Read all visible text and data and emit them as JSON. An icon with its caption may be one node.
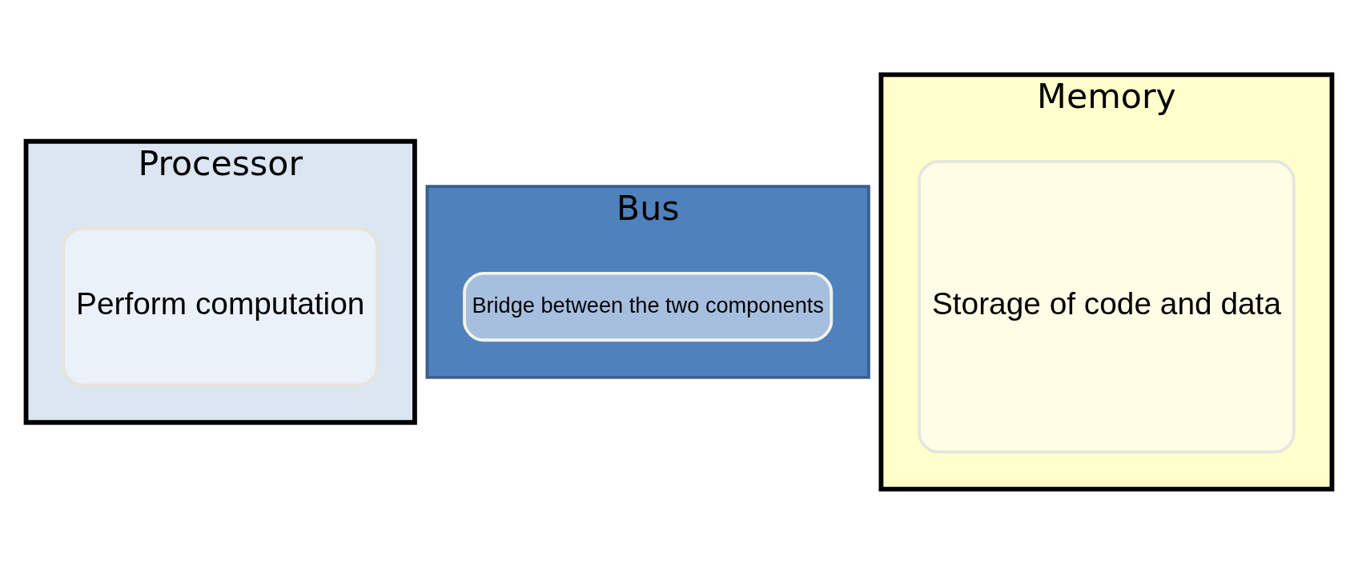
{
  "diagram": {
    "nodes": [
      {
        "text": [
          "Processor"
        ]
      },
      {
        "text": [
          "Perform computation"
        ],
        "in": 0
      },
      {
        "text": [
          "Bus"
        ]
      },
      {
        "text": [
          "Bridge between the two components"
        ],
        "in": 2
      },
      {
        "text": [
          "Memory"
        ]
      },
      {
        "text": [
          "Storage of code and data"
        ],
        "in": 4
      }
    ]
  }
}
